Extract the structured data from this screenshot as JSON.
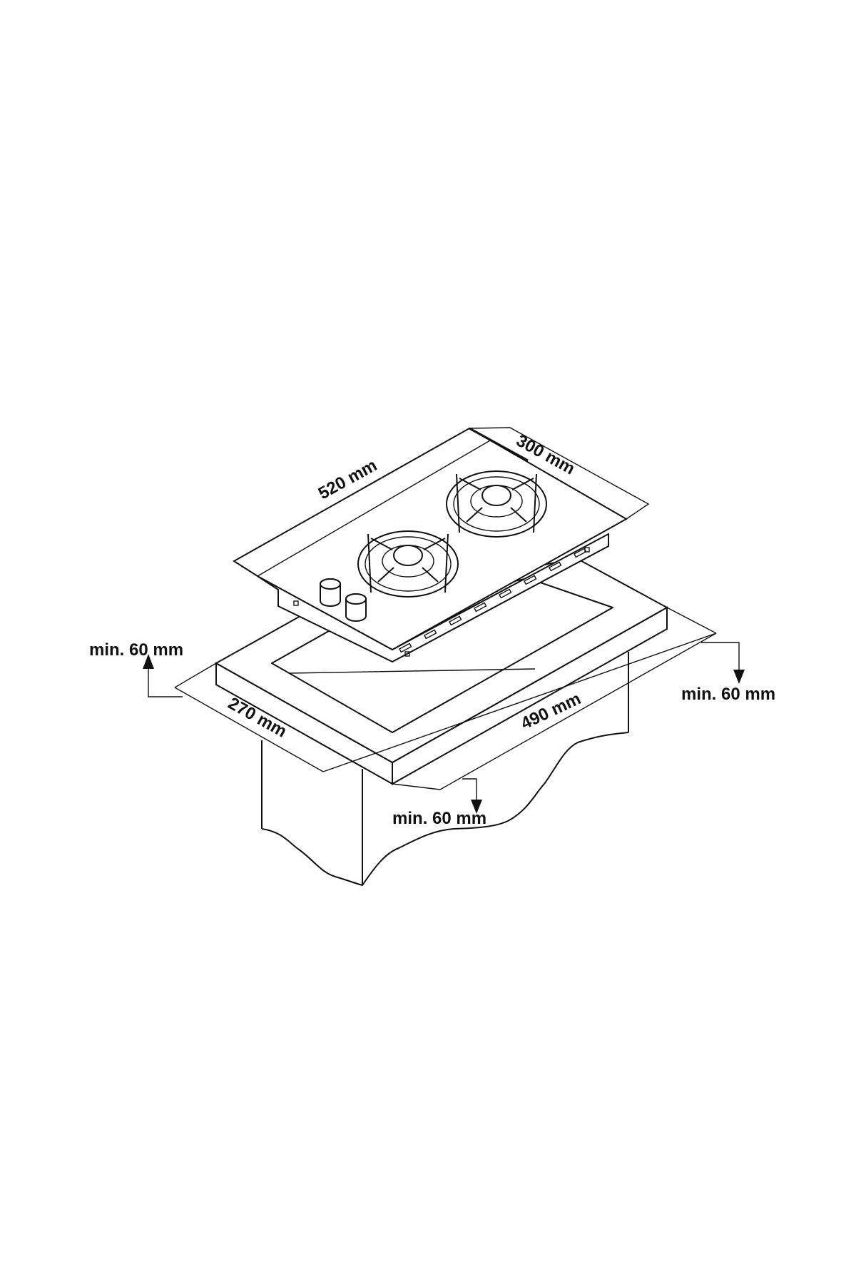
{
  "dimensions": {
    "hob_width": "520 mm",
    "hob_depth": "300 mm",
    "cutout_depth": "270 mm",
    "cutout_width": "490 mm",
    "clearance_left": "min. 60 mm",
    "clearance_right": "min. 60 mm",
    "clearance_front": "min. 60 mm"
  },
  "colors": {
    "line": "#111111",
    "background": "#ffffff"
  }
}
